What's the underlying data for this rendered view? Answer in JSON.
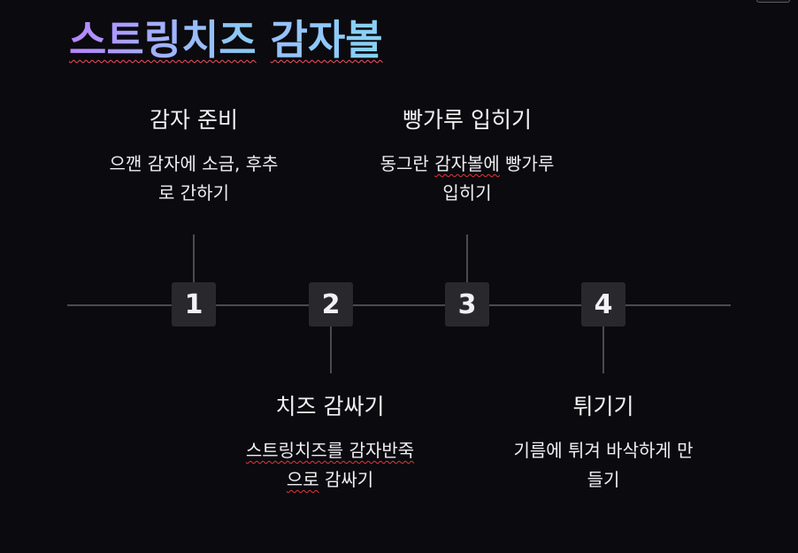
{
  "title": {
    "word1": "스트링치즈",
    "word2": "감자볼"
  },
  "steps": [
    {
      "number": "1",
      "heading": "감자 준비",
      "description_parts": [
        "으깬 감자에 소금, 후추",
        "로 간하기"
      ]
    },
    {
      "number": "2",
      "heading": "치즈 감싸기",
      "description_parts": [
        "스트링치즈를 감자반죽",
        "으로",
        " 감싸기"
      ]
    },
    {
      "number": "3",
      "heading": "빵가루 입히기",
      "description_parts": [
        "동그란 ",
        "감자볼에",
        " 빵가루",
        "입히기"
      ]
    },
    {
      "number": "4",
      "heading": "튀기기",
      "description_parts": [
        "기름에 튀겨 바삭하게 만",
        "들기"
      ]
    }
  ],
  "colors": {
    "background": "#0b0a0f",
    "line": "#4a4a50",
    "box": "#28282d",
    "title_gradient_start": "#b783ff",
    "title_gradient_end": "#86ccf2",
    "spellcheck_underline": "#e0383e"
  }
}
